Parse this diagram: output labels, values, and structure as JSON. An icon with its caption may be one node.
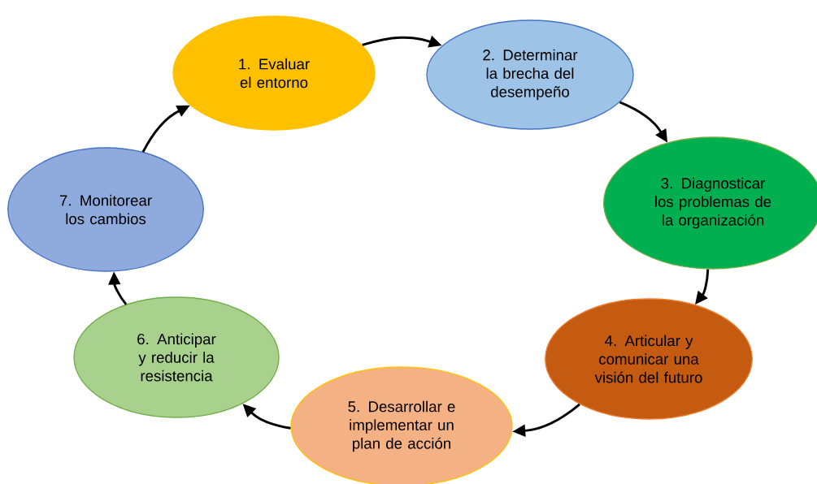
{
  "diagram": {
    "nodes": [
      {
        "text": [
          "1. Evaluar el entorno"
        ]
      },
      {
        "text": [
          "2. Determinar la brecha del desempeño"
        ]
      },
      {
        "text": [
          "3. Diagnosticar los problemas de la organización"
        ]
      },
      {
        "text": [
          "4. Articular y comunicar una visión del futuro"
        ]
      },
      {
        "text": [
          "5. Desarrollar e implementar un plan de acción"
        ]
      },
      {
        "text": [
          "6. Anticipar y reducir la resistencia"
        ]
      },
      {
        "text": [
          "7. Monitorear los cambios"
        ]
      }
    ],
    "edges": [
      {
        "from": 0,
        "to": 1,
        "arrow": "to"
      },
      {
        "from": 1,
        "to": 2,
        "arrow": "to"
      },
      {
        "from": 2,
        "to": 3,
        "arrow": "to"
      },
      {
        "from": 3,
        "to": 4,
        "arrow": "to"
      },
      {
        "from": 4,
        "to": 5,
        "arrow": "to"
      },
      {
        "from": 5,
        "to": 6,
        "arrow": "to"
      },
      {
        "from": 6,
        "to": 0,
        "arrow": "to"
      }
    ]
  }
}
